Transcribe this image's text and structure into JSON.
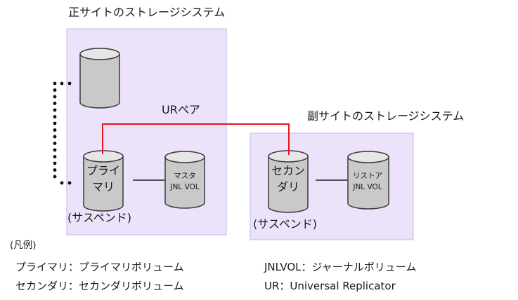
{
  "primary_site": {
    "title": "正サイトのストレージシステム",
    "primary_volume": {
      "line1": "プライ",
      "line2": "マリ"
    },
    "master_journal": {
      "line1": "マスタ",
      "line2": "JNL VOL"
    },
    "status": "(サスペンド)"
  },
  "secondary_site": {
    "title": "副サイトのストレージシステム",
    "secondary_volume": {
      "line1": "セカン",
      "line2": "ダリ"
    },
    "restore_journal": {
      "line1": "リストア",
      "line2": "JNL VOL"
    },
    "status": "(サスペンド)"
  },
  "pair_label": "URペア",
  "legend": {
    "heading": "(凡例)",
    "items": [
      "プライマリ：プライマリボリューム",
      "セカンダリ：セカンダリボリューム",
      "JNLVOL：ジャーナルボリューム",
      "UR：Universal Replicator"
    ]
  },
  "colors": {
    "site_fill": "#ece3fb",
    "site_stroke": "#c6b6ee",
    "cylinder_fill": "#c9c9c9",
    "cylinder_top": "#e6e6e6",
    "outline": "#3a3a3a",
    "pair_line": "#e8141e",
    "connector": "#555555"
  }
}
